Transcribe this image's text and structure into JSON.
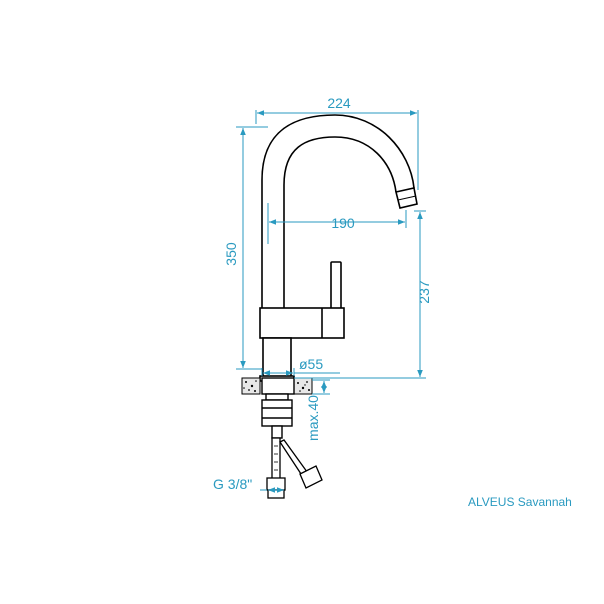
{
  "colors": {
    "dimension": "#2a9ac0",
    "outline": "#000000",
    "fill": "#ffffff"
  },
  "dimensions": {
    "overall_width": "224",
    "spout_reach": "190",
    "total_height": "350",
    "spout_height": "237",
    "base_diameter": "ø55",
    "max_thickness": "max.40",
    "connection": "G 3/8\""
  },
  "caption": "ALVEUS Savannah"
}
